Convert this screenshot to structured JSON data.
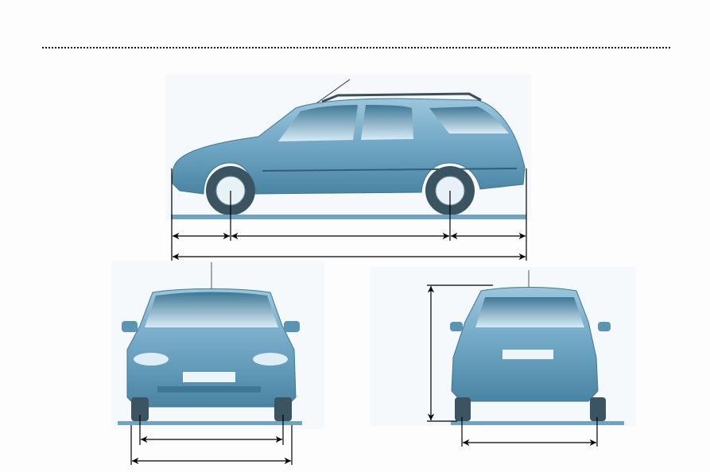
{
  "page": {
    "header_rule": "dotted",
    "colors": {
      "body": "#6fa6c4",
      "body_dark": "#3f7896",
      "glass": "#cfe6f2",
      "ground": "#6fa3c0",
      "dimension_line": "#000000",
      "tyre": "#3a5462"
    }
  },
  "figures": [
    {
      "view": "side",
      "dimension_lines": 4
    },
    {
      "view": "front",
      "dimension_lines": 2
    },
    {
      "view": "rear",
      "dimension_lines": 2
    }
  ]
}
